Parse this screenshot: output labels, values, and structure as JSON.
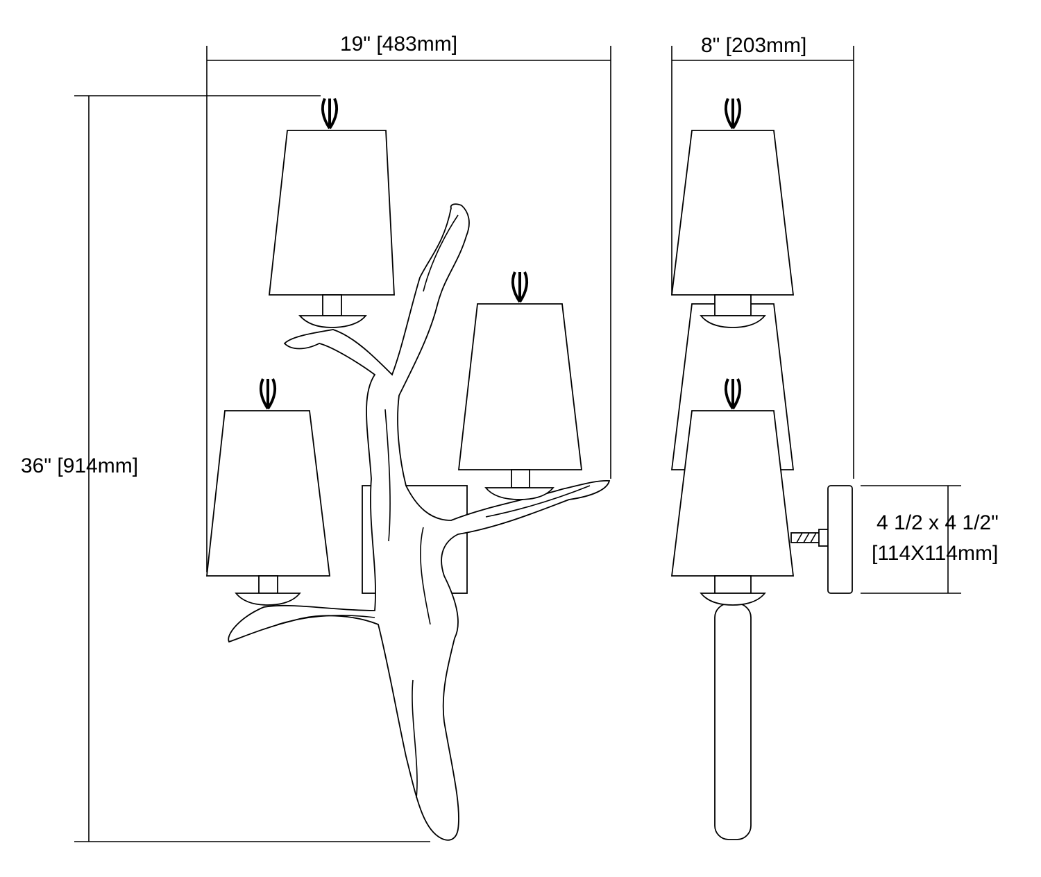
{
  "dimensions": {
    "width": "19\" [483mm]",
    "depth": "8\" [203mm]",
    "height": "36\" [914mm]",
    "backplate_line1": "4 1/2 x 4 1/2\"",
    "backplate_line2": "[114X114mm]"
  },
  "colors": {
    "line": "#000000",
    "background": "#ffffff"
  }
}
